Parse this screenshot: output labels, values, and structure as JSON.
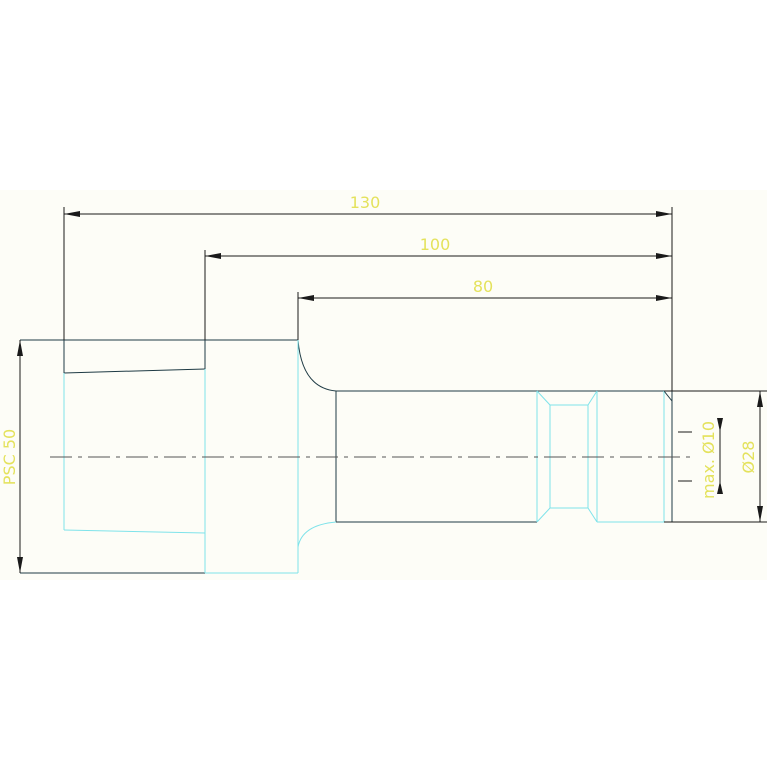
{
  "dimensions": {
    "overall_length": "130",
    "mid_length": "100",
    "short_length": "80",
    "shank_size": "PSC 50",
    "bore_diameter": "max. Ø10",
    "outer_diameter": "Ø28"
  },
  "colors": {
    "background_band": "#fdfdf7",
    "dimension_line": "#1a1a1a",
    "dimension_text": "#e4e25c",
    "hidden_edge": "#7fe3ea",
    "visible_edge": "#1e3a44"
  }
}
